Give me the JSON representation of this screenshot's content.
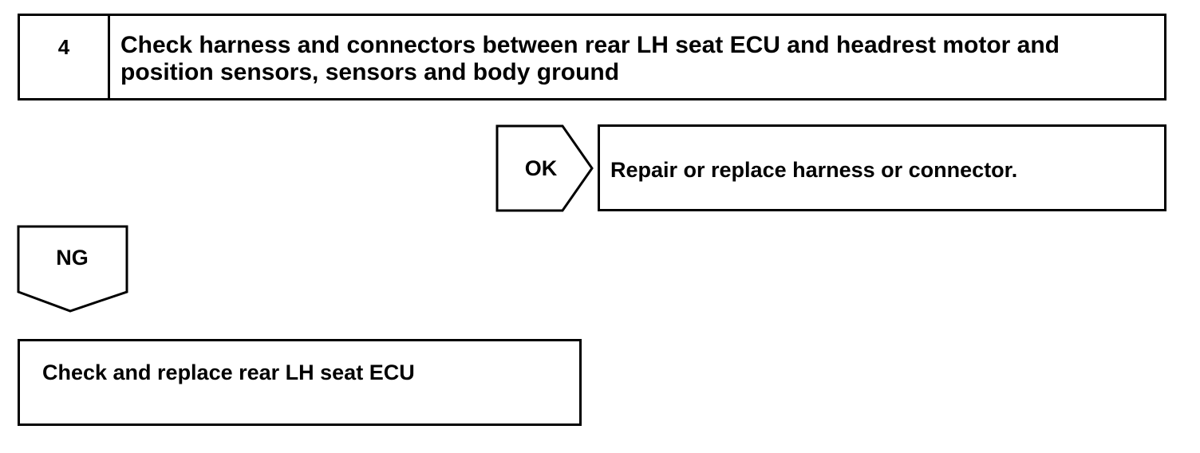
{
  "step": {
    "number": "4",
    "title": "Check harness and connectors between rear LH seat ECU and headrest motor and position sensors, sensors and body ground"
  },
  "ok_branch": {
    "label": "OK",
    "result": "Repair or replace harness or connector."
  },
  "ng_branch": {
    "label": "NG",
    "result": "Check and replace rear LH seat ECU"
  },
  "colors": {
    "line": "#000000",
    "background": "#ffffff"
  }
}
